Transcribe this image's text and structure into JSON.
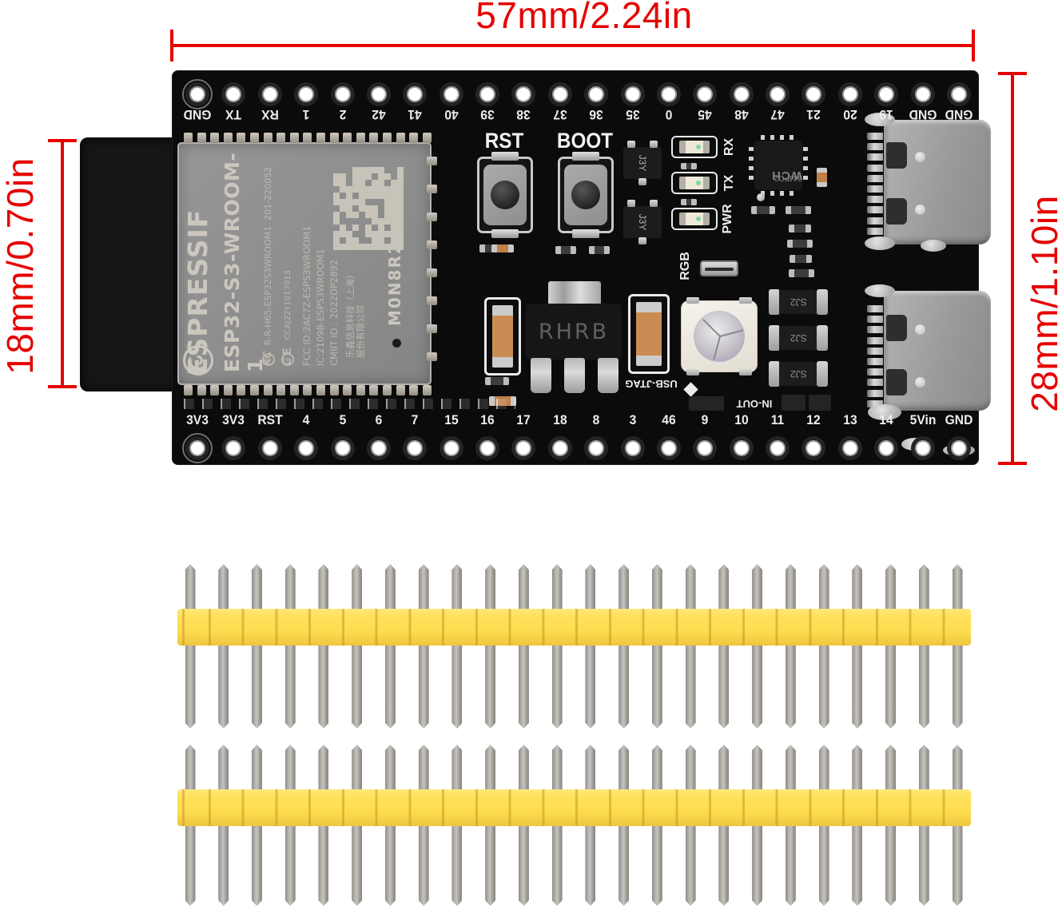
{
  "colors": {
    "annotation_red": "#e60000",
    "pcb_black": "#0b0b0b",
    "header_yellow": "#fddc4e",
    "module_gray": "#8d8d8d",
    "usb_gray": "#9c9c9c"
  },
  "dimensions": {
    "width_label": "57mm/2.24in",
    "antenna_height_label": "18mm/0.70in",
    "board_height_label": "28mm/1.10in"
  },
  "board": {
    "top_pins": [
      "GND",
      "TX",
      "RX",
      "1",
      "2",
      "42",
      "41",
      "40",
      "39",
      "38",
      "37",
      "36",
      "35",
      "0",
      "45",
      "48",
      "47",
      "21",
      "20",
      "19",
      "GND",
      "GND"
    ],
    "bottom_pins": [
      "3V3",
      "3V3",
      "RST",
      "4",
      "5",
      "6",
      "7",
      "15",
      "16",
      "17",
      "18",
      "8",
      "3",
      "46",
      "9",
      "10",
      "11",
      "12",
      "13",
      "14",
      "5Vin",
      "GND"
    ],
    "buttons": {
      "reset": "RST",
      "boot": "BOOT"
    },
    "leds": {
      "rx": "RX",
      "tx": "TX",
      "pwr": "PWR",
      "rgb": "RGB"
    },
    "silkscreen": {
      "usb_jtag": "USB-JTAG",
      "in_out": "IN-OUT"
    },
    "module": {
      "brand": "ESPRESSIF",
      "model": "ESP32-S3-WROOM-1",
      "kc_mark": "KC",
      "kc_id": "R-R-H65-ESP32S3WROOM1",
      "telec_id": "201-220052",
      "ce_mark": "CE",
      "ncc_id": "CCAJ22Y1017013",
      "fcc_id": "FCC ID:2AC7Z-ESPS3WROOM1",
      "ic_id": "IC:21098-ESPS3WROOM1",
      "cmiit_id": "CMIIT ID : 2022DP2892",
      "company_cn_1": "乐鑫信息科技（上海）",
      "company_cn_2": "股份有限公司",
      "marking": "M0N8R2"
    },
    "chips": {
      "usb_uart_marking_1": "34JFC2",
      "usb_uart_marking_2": "WCH",
      "regulator_marking": "RHRB",
      "transistor_marking": "J3Y",
      "diode_marking": "SJ2"
    }
  },
  "headers": {
    "strip_count": 2,
    "pins_per_strip": 24
  }
}
